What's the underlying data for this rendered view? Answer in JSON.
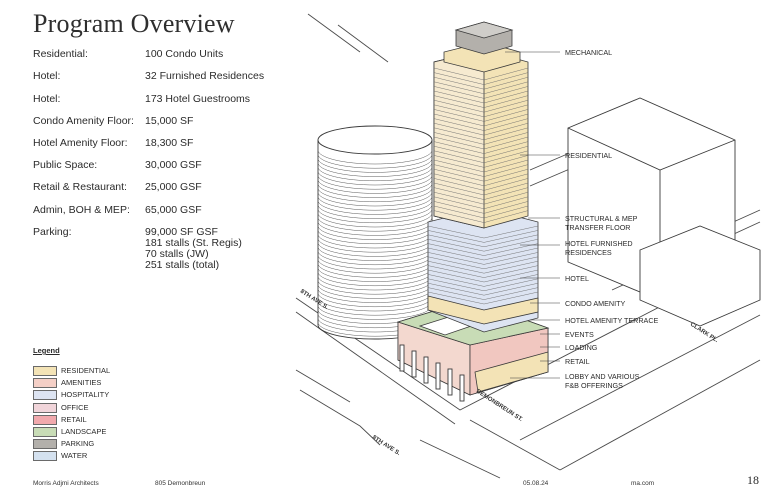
{
  "title": "Program Overview",
  "program": [
    {
      "label": "Residential:",
      "value": "100 Condo Units"
    },
    {
      "label": "Hotel:",
      "value": "32 Furnished Residences"
    },
    {
      "label": "Hotel:",
      "value": "173 Hotel Guestrooms"
    },
    {
      "label": "Condo Amenity Floor:",
      "value": "15,000 SF"
    },
    {
      "label": "Hotel Amenity Floor:",
      "value": "18,300 SF"
    },
    {
      "label": "Public Space:",
      "value": "30,000 GSF"
    },
    {
      "label": "Retail & Restaurant:",
      "value": "25,000 GSF"
    },
    {
      "label": "Admin, BOH & MEP:",
      "value": "65,000 GSF"
    },
    {
      "label": "Parking:",
      "value": "99,000 SF GSF",
      "extra": [
        "181 stalls (St. Regis)",
        "70 stalls (JW)",
        "251 stalls (total)"
      ]
    }
  ],
  "legend": {
    "title": "Legend",
    "items": [
      {
        "label": "RESIDENTIAL",
        "color": "#f3e3b6"
      },
      {
        "label": "AMENITIES",
        "color": "#f4cfc6"
      },
      {
        "label": "HOSPITALITY",
        "color": "#dde4f2"
      },
      {
        "label": "OFFICE",
        "color": "#f1d5da"
      },
      {
        "label": "RETAIL",
        "color": "#f1a9ad"
      },
      {
        "label": "LANDSCAPE",
        "color": "#c8dcb6"
      },
      {
        "label": "PARKING",
        "color": "#b3b0ab"
      },
      {
        "label": "WATER",
        "color": "#d4e1ef"
      }
    ]
  },
  "callouts": {
    "mechanical": "MECHANICAL",
    "residential": "RESIDENTIAL",
    "structural1": "STRUCTURAL & MEP",
    "structural2": "TRANSFER FLOOR",
    "furnished1": "HOTEL FURNISHED",
    "furnished2": "RESIDENCES",
    "hotel": "HOTEL",
    "condo_amenity": "CONDO AMENITY",
    "hotel_amenity": "HOTEL AMENITY TERRACE",
    "events": "EVENTS",
    "loading": "LOADING",
    "retail": "RETAIL",
    "lobby1": "LOBBY AND VARIOUS",
    "lobby2": "F&B OFFERINGS"
  },
  "streets": {
    "eighth_ave_top": "8TH AVE S.",
    "eighth_ave_bottom": "8TH AVE S.",
    "demonbreun": "DEMONBREUN ST.",
    "clark": "CLARK PL."
  },
  "footer": {
    "firm": "Morris Adjmi Architects",
    "project": "805 Demonbreun",
    "date": "05.08.24",
    "site": "ma.com",
    "page": "18"
  },
  "colors": {
    "residential": "#f3e3b6",
    "hotel": "#dde4f2",
    "amenity": "#f4cfc6",
    "mechanical": "#b3b0ab",
    "landscape": "#c8dcb6"
  }
}
